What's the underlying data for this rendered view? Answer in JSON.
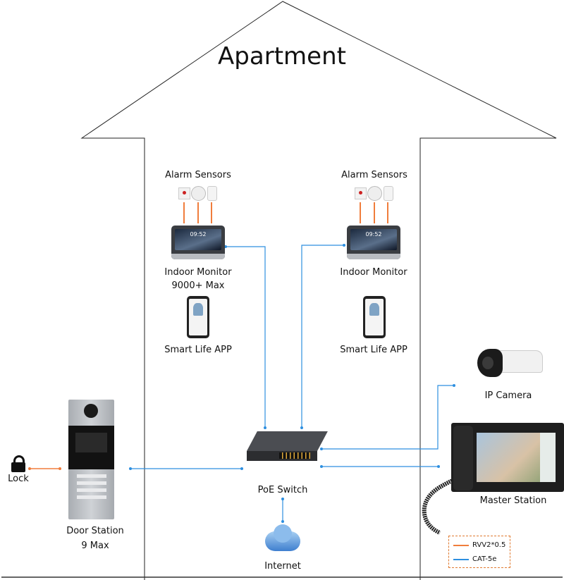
{
  "title": "Apartment",
  "colors": {
    "rvv": "#f07d3c",
    "cat5e": "#2d8fe0",
    "outline": "#222222"
  },
  "devices": {
    "alarm_left": "Alarm Sensors",
    "alarm_right": "Alarm Sensors",
    "monitor_left_line1": "Indoor Monitor",
    "monitor_left_line2": "9000+ Max",
    "monitor_right": "Indoor Monitor",
    "app_left": "Smart Life APP",
    "app_right": "Smart Life APP",
    "ip_camera": "IP Camera",
    "master_station": "Master Station",
    "poe_switch": "PoE Switch",
    "internet": "Internet",
    "door_station_line1": "Door Station",
    "door_station_line2": "9 Max",
    "lock": "Lock",
    "monitor_clock": "09:52"
  },
  "legend": [
    {
      "label": "RVV2*0.5",
      "color": "#f07d3c"
    },
    {
      "label": "CAT-5e",
      "color": "#2d8fe0"
    }
  ]
}
